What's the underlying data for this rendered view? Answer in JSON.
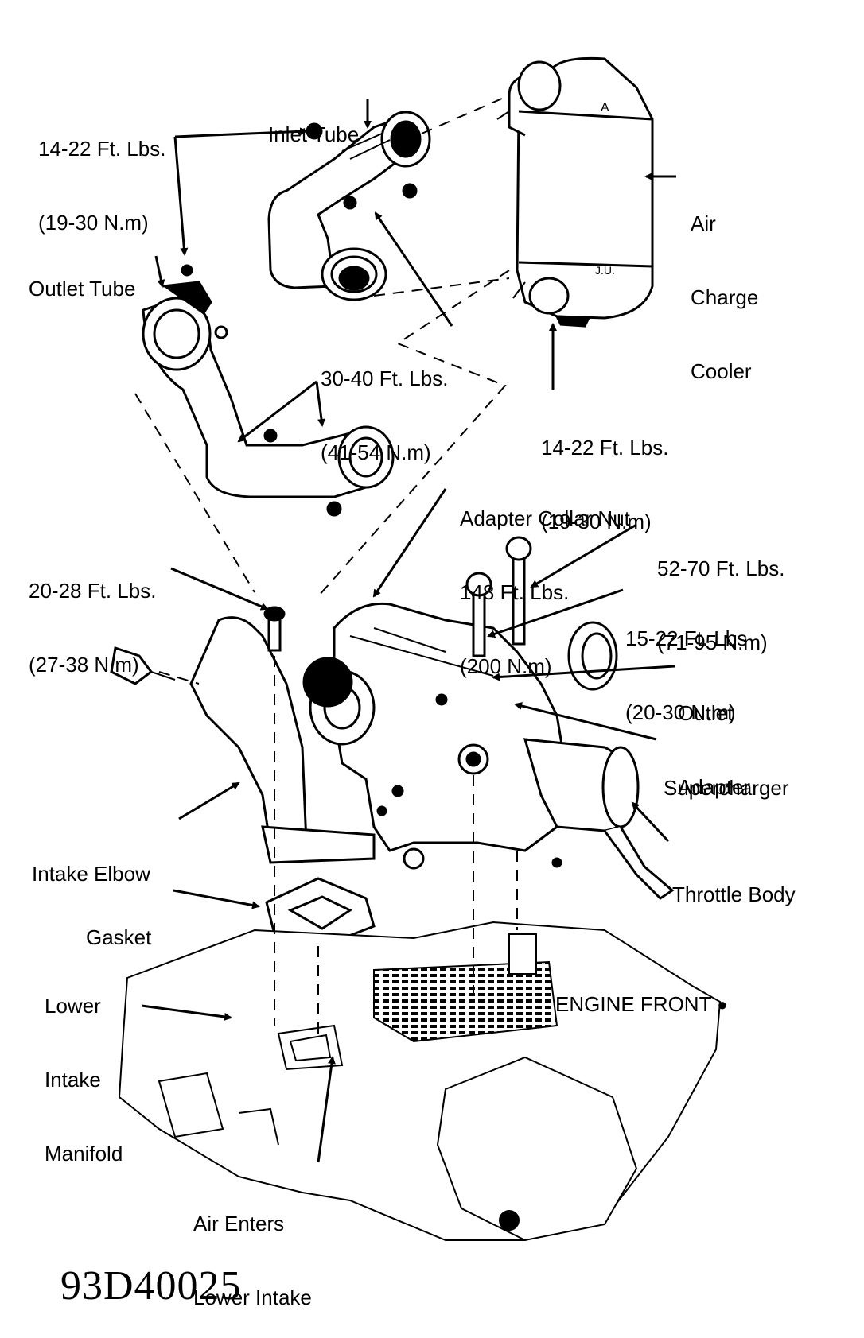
{
  "labels": {
    "inlet_torque": {
      "line1": "14-22 Ft. Lbs.",
      "line2": "(19-30 N.m)"
    },
    "inlet_tube": "Inlet Tube",
    "air_charge_cooler": {
      "line1": "Air",
      "line2": "Charge",
      "line3": "Cooler"
    },
    "outlet_tube": "Outlet Tube",
    "mid_torque": {
      "line1": "30-40 Ft. Lbs.",
      "line2": "(41-54 N.m)"
    },
    "cooler_torque": {
      "line1": "14-22 Ft. Lbs.",
      "line2": "(19-30 N.m)"
    },
    "adapter_collar_nut": {
      "line1": "Adapter Collar Nut",
      "line2": "148 Ft. Lbs.",
      "line3": "(200 N.m)"
    },
    "bolt_torque_a": {
      "line1": "52-70 Ft. Lbs.",
      "line2": "(71-95 N.m)"
    },
    "elbow_torque": {
      "line1": "20-28 Ft. Lbs.",
      "line2": "(27-38 N.m)"
    },
    "bolt_torque_b": {
      "line1": "15-22 Ft. Lbs",
      "line2": "(20-30 N.m)"
    },
    "outlet_adapter": {
      "line1": "Outlet",
      "line2": "Adapter"
    },
    "supercharger": "Supercharger",
    "intake_elbow": "Intake Elbow",
    "throttle_body": "Throttle Body",
    "gasket": "Gasket",
    "engine_front": "ENGINE FRONT",
    "engine_front_marker": "●",
    "lower_intake_manifold": {
      "line1": "Lower",
      "line2": "Intake",
      "line3": "Manifold"
    },
    "air_enters": {
      "line1": "Air Enters",
      "line2": "Lower Intake"
    }
  },
  "figure_id": "93D40025"
}
